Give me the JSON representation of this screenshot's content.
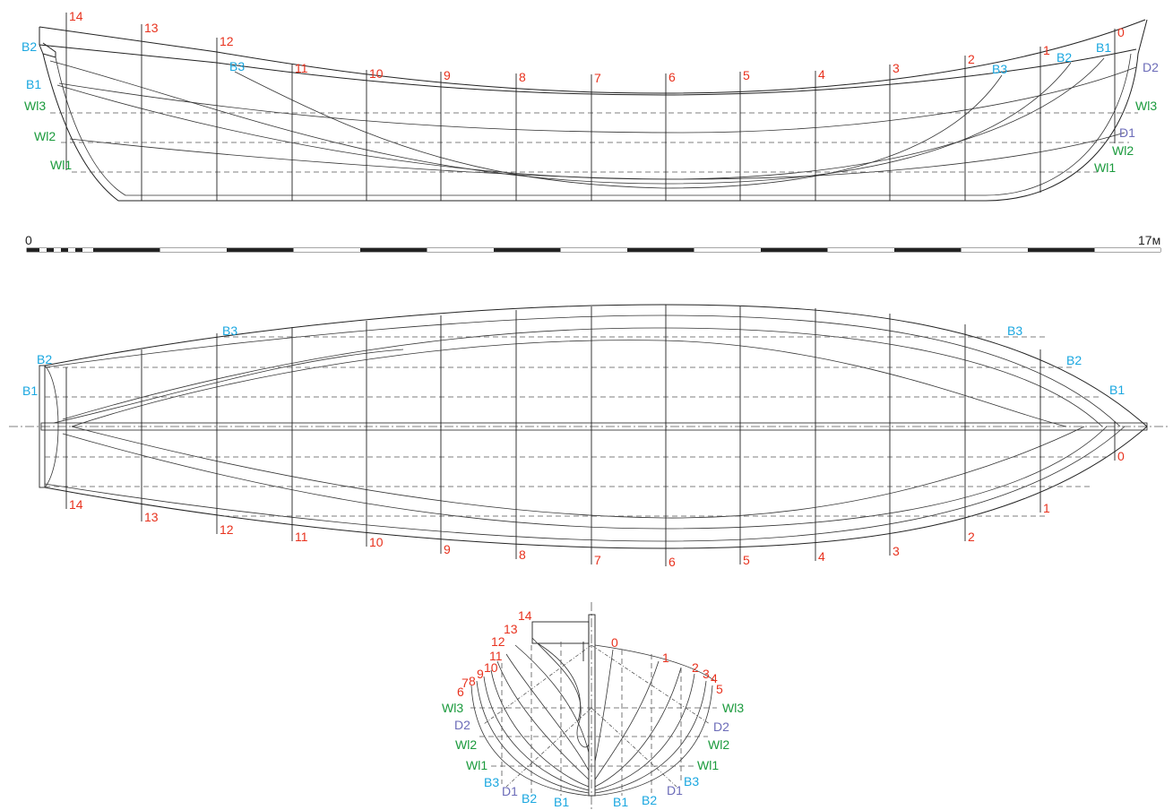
{
  "colors": {
    "station": "#e8321e",
    "buttock": "#1aa7e0",
    "waterline": "#1a9a3c",
    "diagonal": "#6b6bb8",
    "line": "#222222"
  },
  "profile": {
    "stations": [
      "14",
      "13",
      "12",
      "11",
      "10",
      "9",
      "8",
      "7",
      "6",
      "5",
      "4",
      "3",
      "2",
      "1",
      "0"
    ],
    "buttocks_left": [
      "B2",
      "B1"
    ],
    "buttock_b3_left": "B3",
    "buttocks_right": [
      "B3",
      "B2",
      "B1"
    ],
    "waterlines_left": [
      "Wl3",
      "Wl2",
      "Wl1"
    ],
    "waterlines_right": [
      "Wl3",
      "Wl2",
      "Wl1"
    ],
    "diagonals_right": [
      "D2",
      "D1"
    ]
  },
  "scale": {
    "start": "0",
    "end": "17м"
  },
  "plan": {
    "stations": [
      "14",
      "13",
      "12",
      "11",
      "10",
      "9",
      "8",
      "7",
      "6",
      "5",
      "4",
      "3",
      "2",
      "1",
      "0"
    ],
    "buttocks_left": [
      "B2",
      "B1"
    ],
    "buttocks_top": [
      "B3"
    ],
    "buttocks_right": [
      "B3",
      "B2",
      "B1"
    ]
  },
  "body": {
    "left_stations": [
      "14",
      "13",
      "12",
      "11",
      "10",
      "9",
      "8",
      "7",
      "6"
    ],
    "right_stations": [
      "0",
      "1",
      "2",
      "3",
      "4",
      "5"
    ],
    "waterlines": [
      "Wl3",
      "Wl2",
      "Wl1"
    ],
    "diagonals": [
      "D2",
      "D1"
    ],
    "buttocks": [
      "B3",
      "B2",
      "B1"
    ]
  }
}
